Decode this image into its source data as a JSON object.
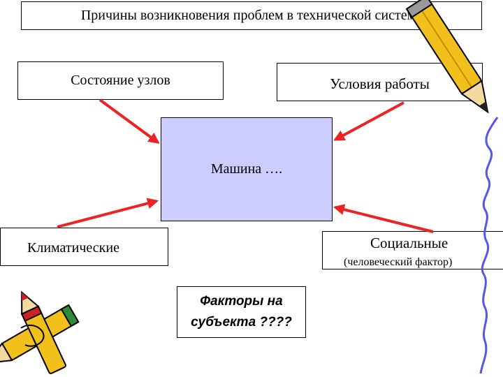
{
  "title": "Причины возникновения проблем в технической системе",
  "nodes": {
    "state": "Состояние узлов",
    "conditions": "Условия работы",
    "machine": "Машина ….",
    "climatic": "Климатические",
    "social": "Социальные",
    "social_sub": "(человеческий фактор)",
    "factors_line1": "Факторы на",
    "factors_line2": "субъекта ????"
  },
  "colors": {
    "arrow": "#ee2222",
    "machine_fill": "#ccccff",
    "pencil_body": "#f2c01a",
    "squiggle": "#5555ee"
  },
  "icons": [
    "pencil-icon",
    "pencils-clipart-icon",
    "squiggle-line-decoration"
  ]
}
